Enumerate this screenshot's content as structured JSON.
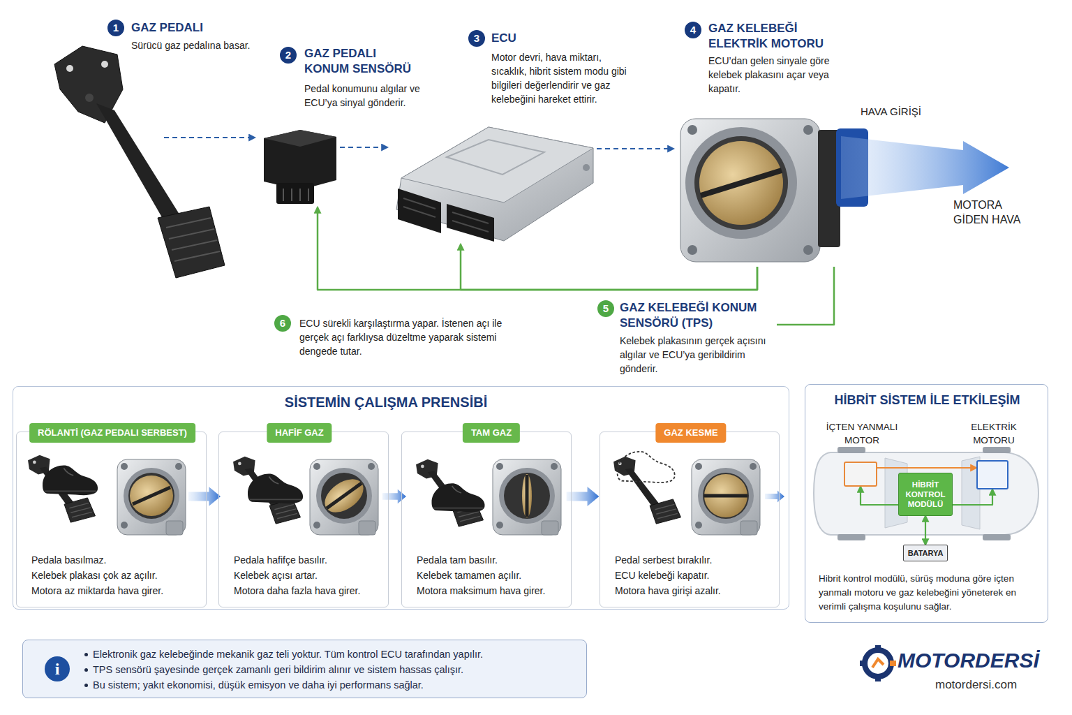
{
  "diagram": {
    "nodes": [
      {
        "text": [
          "GAZ PEDALI",
          "Sürücü gaz pedalına basar."
        ]
      },
      {
        "text": [
          "GAZ PEDALI KONUM SENSÖRÜ",
          "Pedal konumunu algılar ve ECU’ya sinyal gönderir."
        ]
      },
      {
        "text": [
          "ECU",
          "Motor devri, hava miktarı, sıcaklık, hibrit sistem modu gibi bilgileri değerlendirir ve gaz kelebeğini hareket ettirir."
        ]
      },
      {
        "text": [
          "GAZ KELEBEĞİ ELEKTRİK MOTORU",
          "ECU’dan gelen sinyale göre kelebek plakasını açar veya kapatır."
        ]
      },
      {
        "text": [
          "GAZ KELEBEĞİ KONUM SENSÖRÜ (TPS)",
          "Kelebek plakasının gerçek açısını algılar ve ECU’ya geribildirim gönderir."
        ]
      },
      {
        "text": [
          "SİSTEMİN ÇALIŞMA PRENSİBİ"
        ]
      },
      {
        "text": [
          "RÖLANTİ (GAZ PEDALI SERBEST)",
          "Pedala basılmaz.",
          "Kelebek plakası çok az açılır.",
          "Motora az miktarda hava girer."
        ],
        "in": 5
      },
      {
        "text": [
          "HAFİF GAZ",
          "Pedala hafifçe basılır.",
          "Kelebek açısı artar.",
          "Motora daha fazla hava girer."
        ],
        "in": 5
      },
      {
        "text": [
          "TAM GAZ",
          "Pedala tam basılır.",
          "Kelebek tamamen açılır.",
          "Motora maksimum hava girer."
        ],
        "in": 5
      },
      {
        "text": [
          "GAZ KESME",
          "Pedal serbest bırakılır.",
          "ECU kelebeği kapatır.",
          "Motora hava girişi azalır."
        ],
        "in": 5
      },
      {
        "text": [
          "HİBRİT SİSTEM İLE ETKİLEŞİM",
          "Hibrit kontrol modülü, sürüş moduna göre içten yanmalı motoru ve gaz kelebeğini yöneterek en verimli çalışma koşulunu sağlar."
        ]
      },
      {
        "text": [
          "İÇTEN YANMALI MOTOR"
        ],
        "in": 10
      },
      {
        "text": [
          "ELEKTRİK MOTORU"
        ],
        "in": 10
      },
      {
        "text": [
          "HİBRİT KONTROL MODÜLÜ"
        ],
        "in": 10
      },
      {
        "text": [
          "BATARYA"
        ],
        "in": 10
      },
      {
        "text": [
          "Elektronik gaz kelebeğinde mekanik gaz teli yoktur. Tüm kontrol ECU tarafından yapılır.",
          "TPS sensörü şayesinde gerçek zamanlı geri bildirim alınır ve sistem hassas çalışır.",
          "Bu sistem; yakıt ekonomisi, düşük emisyon ve daha iyi performans sağlar."
        ]
      }
    ],
    "edges": [
      {
        "from": 0,
        "to": 1,
        "arrow": "to"
      },
      {
        "from": 1,
        "to": 2,
        "arrow": "to"
      },
      {
        "from": 2,
        "to": 3,
        "arrow": "to"
      },
      {
        "from": 3,
        "to": 2,
        "arrow": "to"
      },
      {
        "from": 3,
        "to": 1,
        "arrow": "to"
      },
      {
        "from": 4,
        "to": 3,
        "arrow": "none"
      },
      {
        "from": 13,
        "to": 11,
        "arrow": "to"
      },
      {
        "from": 13,
        "to": 12,
        "arrow": "to"
      },
      {
        "from": 13,
        "to": 14,
        "arrow": "both"
      },
      {
        "from": 11,
        "to": 12,
        "arrow": "to"
      }
    ],
    "labels": [
      "1",
      "2",
      "3",
      "4",
      "5",
      "6",
      "ECU sürekli karşılaştırma yapar. İstenen açı ile gerçek açı farklıysa düzeltme yaparak sistemi dengede tutar.",
      "HAVA GİRİŞİ",
      "MOTORA GİDEN HAVA",
      "i",
      "MOTORDERSİ",
      "motordersi.com"
    ]
  }
}
